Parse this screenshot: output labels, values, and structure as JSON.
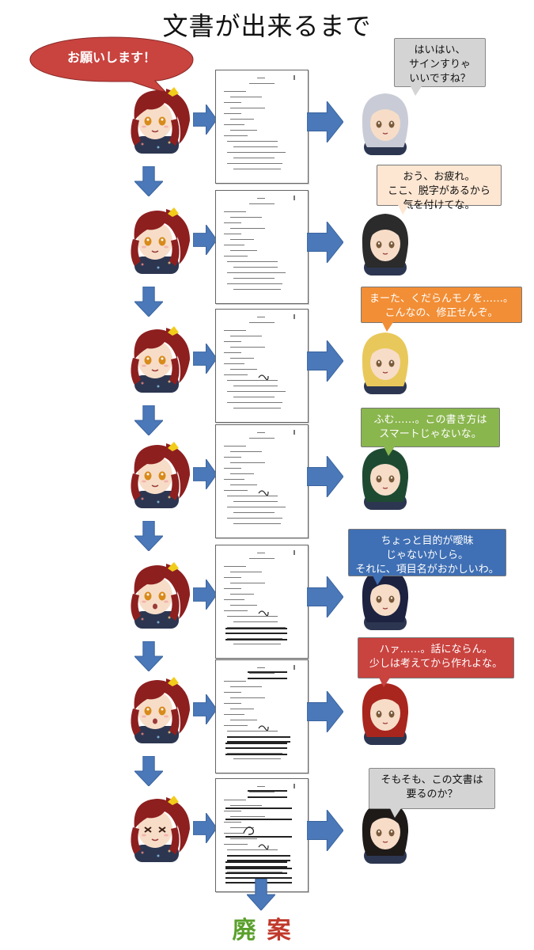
{
  "title": "文書が出来るまで",
  "request_bubble": "お願いします！",
  "reviewers": [
    {
      "lines": [
        "はいはい、",
        "サインすりゃ",
        "いいですね？"
      ],
      "color": "#d4d4d4",
      "text_color": "#111111",
      "hair": "#c9ccd6"
    },
    {
      "lines": [
        "おう、お疲れ。",
        "ここ、脱字があるから",
        "気を付けてな。"
      ],
      "color": "#fde6d2",
      "text_color": "#111111",
      "hair": "#2b2b2b"
    },
    {
      "lines": [
        "まーた、くだらんモノを……。",
        "こんなの、修正せんぞ。"
      ],
      "color": "#f28e35",
      "text_color": "#ffffff",
      "hair": "#e8c85a"
    },
    {
      "lines": [
        "ふむ……。この書き方は",
        "スマートじゃないな。"
      ],
      "color": "#8ab64e",
      "text_color": "#ffffff",
      "hair": "#1f4a32"
    },
    {
      "lines": [
        "ちょっと目的が曖昧",
        "じゃないかしら。",
        "それに、項目名がおかしいわ。"
      ],
      "color": "#3f6fb4",
      "text_color": "#ffffff",
      "hair": "#1c2240"
    },
    {
      "lines": [
        "ハァ……。話にならん。",
        "少しは考えてから作れよな。"
      ],
      "color": "#c9433f",
      "text_color": "#ffffff",
      "hair": "#a8261e"
    },
    {
      "lines": [
        "そもそも、この文書は",
        "要るのか？"
      ],
      "color": "#d4d4d4",
      "text_color": "#111111",
      "hair": "#1e1a18"
    }
  ],
  "final": {
    "char1": "廃",
    "char2": "案",
    "color1": "#5aa02c",
    "color2": "#c0392b"
  },
  "colors": {
    "arrow": "#4a78b8",
    "protagonist_hair": "#8e1f1f",
    "bubble_red": "#c9433f"
  }
}
